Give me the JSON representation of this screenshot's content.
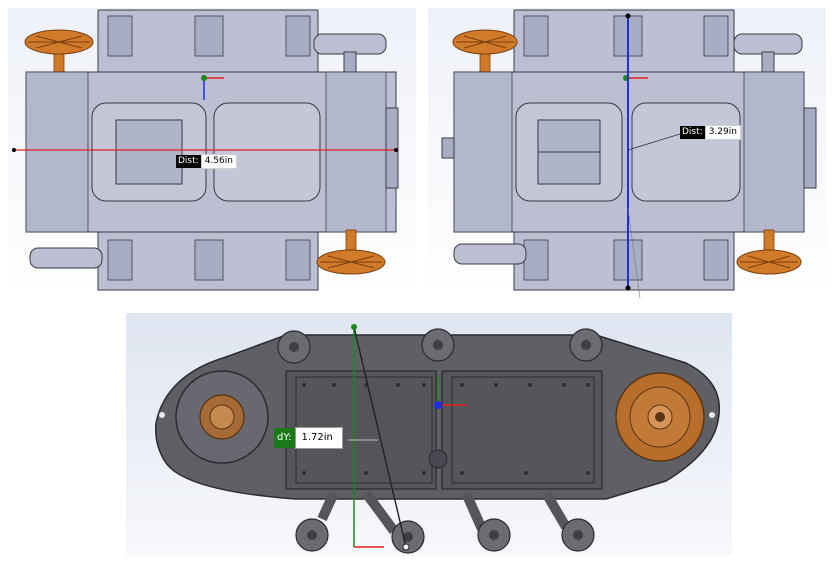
{
  "views": [
    {
      "name": "top view horizontal distance",
      "measure_key": "Dist:",
      "measure_value": "4.56in"
    },
    {
      "name": "top view vertical distance",
      "measure_key": "Dist:",
      "measure_value": "3.29in"
    },
    {
      "name": "side view vertical offset",
      "measure_key": "dY:",
      "measure_value": "1.72in"
    }
  ],
  "colors": {
    "body": "#bcbfd2",
    "body_dark": "#a9adc4",
    "outline": "#3a3a44",
    "sprocket": "#d07a2a",
    "measure_red": "#e02020",
    "measure_blue": "#1f2fe0",
    "dy_green": "#1a7a1a",
    "side_body": "#5f6066",
    "side_plate": "#4f5056"
  }
}
